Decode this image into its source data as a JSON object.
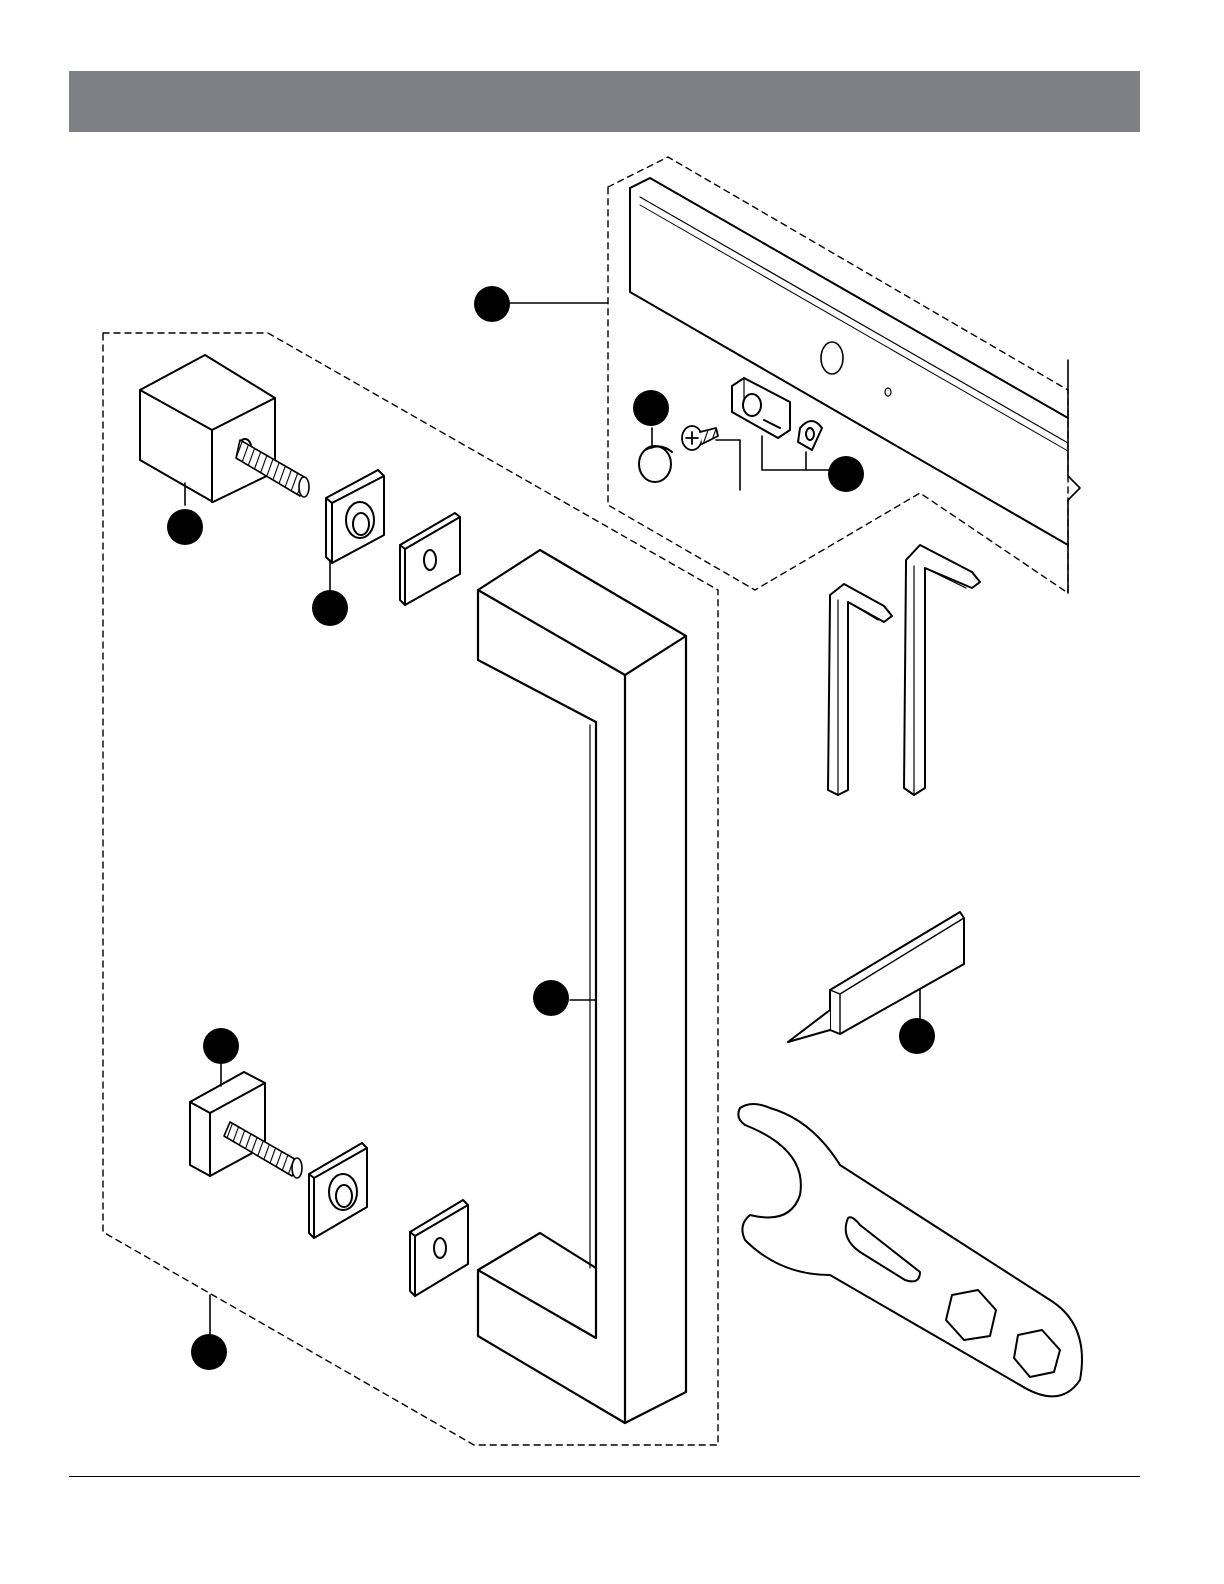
{
  "header": {
    "title": "",
    "bar_color": "#7f8083"
  },
  "colors": {
    "ink": "#000000",
    "paper": "#ffffff",
    "callout": "#000000"
  },
  "parts": [
    {
      "name": "handle-kit-group"
    },
    {
      "name": "glass-clamp-group"
    },
    {
      "name": "end-cap"
    },
    {
      "name": "clamp-block-set"
    },
    {
      "name": "handle-mount-standoff-large"
    },
    {
      "name": "washer-sleeve"
    },
    {
      "name": "handle-mount-standoff-small"
    },
    {
      "name": "square-pull-handle"
    },
    {
      "name": "hex-key-small"
    },
    {
      "name": "hex-key-large"
    },
    {
      "name": "shim-tool"
    },
    {
      "name": "spanner-wrench"
    }
  ]
}
